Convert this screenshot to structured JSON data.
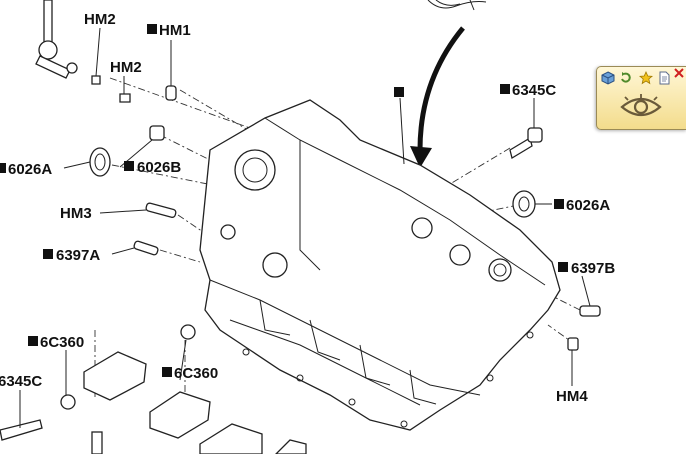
{
  "labels": {
    "hm2_top": "HM2",
    "hm1": "HM1",
    "hm2_mid": "HM2",
    "c6345_right": "6345C",
    "c6026a_left": "6026A",
    "c6026b": "6026B",
    "hm3": "HM3",
    "c6026a_right": "6026A",
    "c6397a": "6397A",
    "c6397b": "6397B",
    "c6c360_left": "6C360",
    "c6c360_mid": "6C360",
    "hm4": "HM4",
    "c6345_left": "6345C"
  },
  "toolbox": {
    "icons": [
      "cube-icon",
      "refresh-icon",
      "star-icon",
      "page-icon",
      "close-icon",
      "eye-icon"
    ],
    "colors": {
      "panel": "#f3dc8c",
      "border": "#9a8a56",
      "star": "#f2c21c",
      "close": "#d02020"
    }
  }
}
